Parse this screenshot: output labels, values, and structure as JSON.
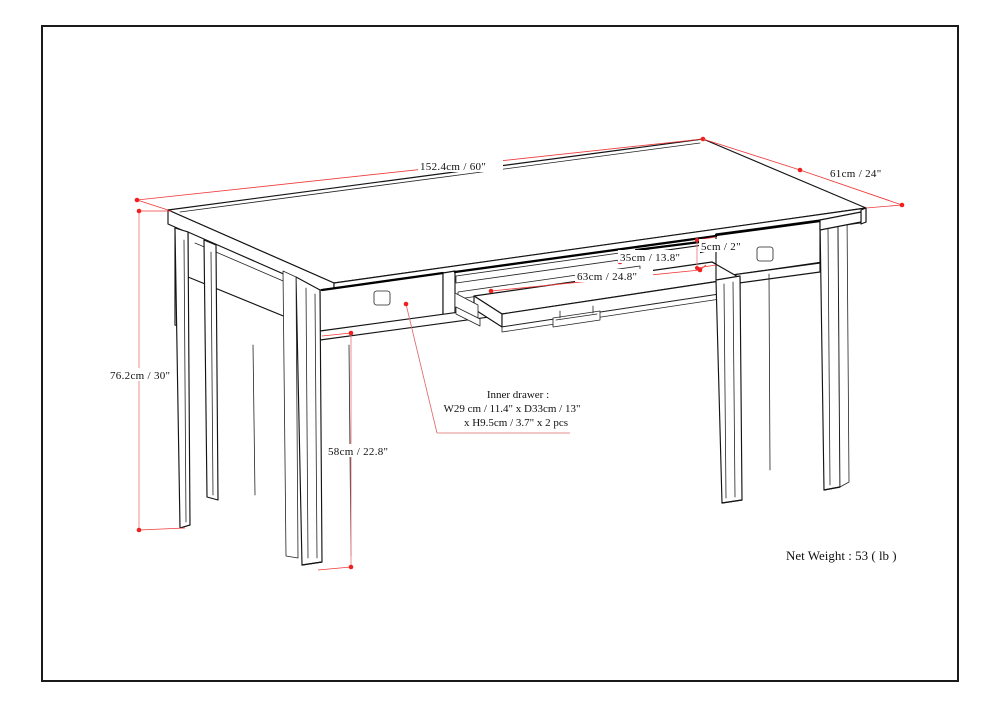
{
  "document": {
    "type": "furniture-dimension-drawing",
    "subject": "writing desk with two drawers and pull-out keyboard tray",
    "view": "isometric perspective",
    "background_color": "#ffffff",
    "frame_color": "#1a1a1a",
    "line_color": "#141414",
    "dimension_color": "#ef3a3a"
  },
  "dimensions": {
    "width": {
      "label": "152.4cm / 60\"",
      "metric": "152.4cm",
      "imperial": "60\"",
      "describes": "overall desktop width"
    },
    "depth": {
      "label": "61cm / 24\"",
      "metric": "61cm",
      "imperial": "24\"",
      "describes": "overall desktop depth"
    },
    "height": {
      "label": "76.2cm / 30\"",
      "metric": "76.2cm",
      "imperial": "30\"",
      "describes": "overall desk height to top surface"
    },
    "clearance": {
      "label": "58cm / 22.8\"",
      "metric": "58cm",
      "imperial": "22.8\"",
      "describes": "floor to underside of apron clearance"
    },
    "tray_width": {
      "label": "63cm / 24.8\"",
      "metric": "63cm",
      "imperial": "24.8\"",
      "describes": "keyboard tray width"
    },
    "tray_depth": {
      "label": "35cm / 13.8\"",
      "metric": "35cm",
      "imperial": "13.8\"",
      "describes": "keyboard tray depth"
    },
    "tray_height": {
      "label": "5cm / 2\"",
      "metric": "5cm",
      "imperial": "2\"",
      "describes": "keyboard tray front height"
    }
  },
  "annotations": {
    "inner_drawer": {
      "line1": "Inner drawer :",
      "line2": "W29 cm / 11.4\" x D33cm / 13\"",
      "line3": "x H9.5cm / 3.7\" x 2 pcs",
      "quantity": "2 pcs"
    },
    "net_weight": {
      "label": "Net Weight : 53 ( lb )",
      "value": "53",
      "unit": "lb"
    }
  }
}
